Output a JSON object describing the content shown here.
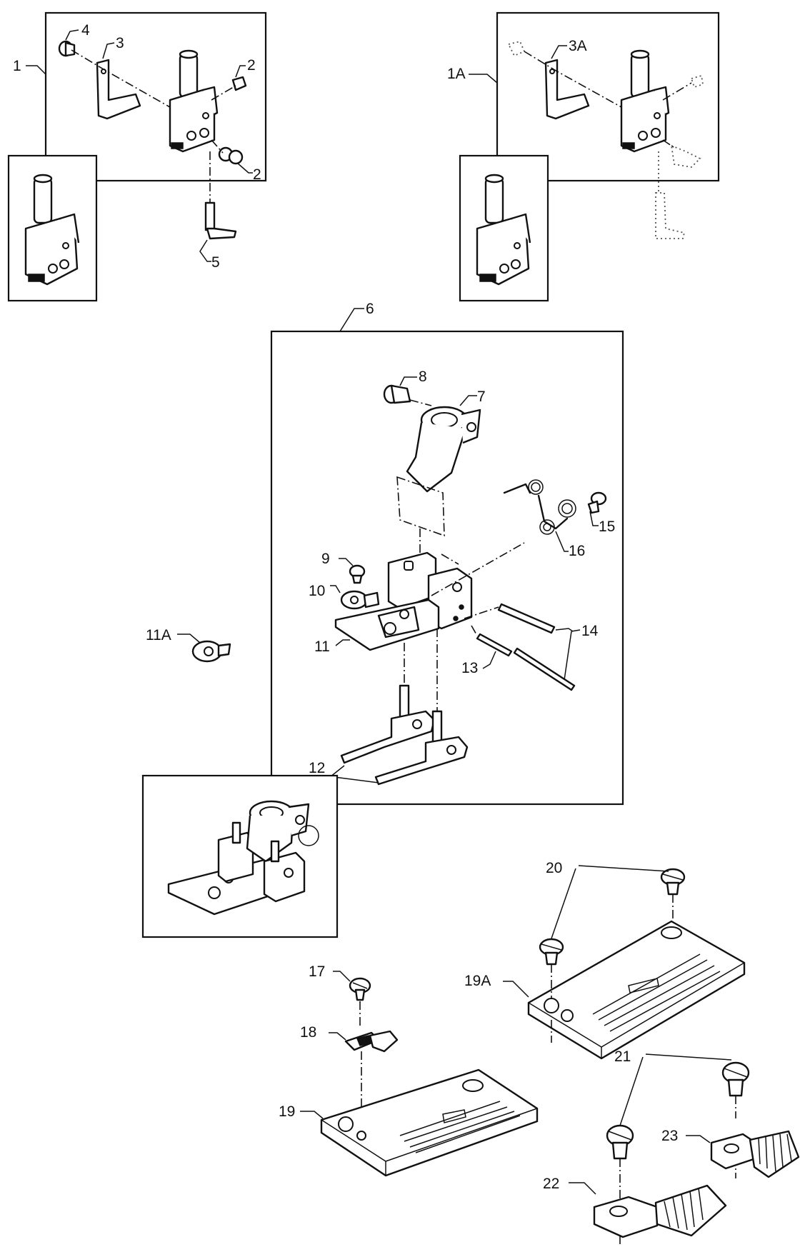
{
  "labels": {
    "p1": "1",
    "p1a": "1A",
    "p2a": "2",
    "p2b": "2",
    "p3": "3",
    "p3a": "3A",
    "p4": "4",
    "p5": "5",
    "p6": "6",
    "p7": "7",
    "p8": "8",
    "p9": "9",
    "p10": "10",
    "p11": "11",
    "p11a": "11A",
    "p12": "12",
    "p13": "13",
    "p14": "14",
    "p15": "15",
    "p16": "16",
    "p17": "17",
    "p18": "18",
    "p19": "19",
    "p19a": "19A",
    "p20": "20",
    "p21": "21",
    "p22": "22",
    "p23": "23"
  }
}
